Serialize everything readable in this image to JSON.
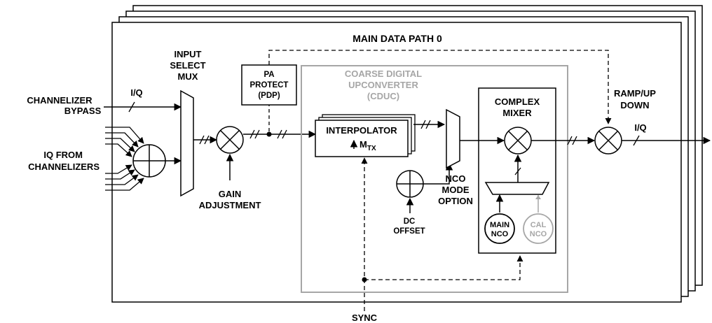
{
  "title": "MAIN DATA PATH 0",
  "inputs": {
    "channelizer_bypass": [
      "CHANNELIZER",
      "BYPASS"
    ],
    "iq_label": "I/Q",
    "iq_from_channelizers": [
      "IQ FROM",
      "CHANNELIZERS"
    ]
  },
  "blocks": {
    "input_select_mux": [
      "INPUT",
      "SELECT",
      "MUX"
    ],
    "gain_adjustment": [
      "GAIN",
      "ADJUSTMENT"
    ],
    "pa_protect": [
      "PA",
      "PROTECT",
      "(PDP)"
    ],
    "cduc": [
      "COARSE DIGITAL",
      "UPCONVERTER",
      "(CDUC)"
    ],
    "interpolator": "INTERPOLATOR",
    "interp_factor_main": "M",
    "interp_factor_sub": "TX",
    "dc_offset": [
      "DC",
      "OFFSET"
    ],
    "nco_mode_option": [
      "NCO",
      "MODE",
      "OPTION"
    ],
    "complex_mixer": [
      "COMPLEX",
      "MIXER"
    ],
    "main_nco": [
      "MAIN",
      "NCO"
    ],
    "cal_nco": [
      "CAL",
      "NCO"
    ],
    "ramp_up_down": [
      "RAMP/UP",
      "DOWN"
    ],
    "output_iq": "I/Q",
    "sync": "SYNC"
  },
  "colors": {
    "line": "#000000",
    "disabled": "#a6a6a6",
    "background": "#ffffff"
  }
}
